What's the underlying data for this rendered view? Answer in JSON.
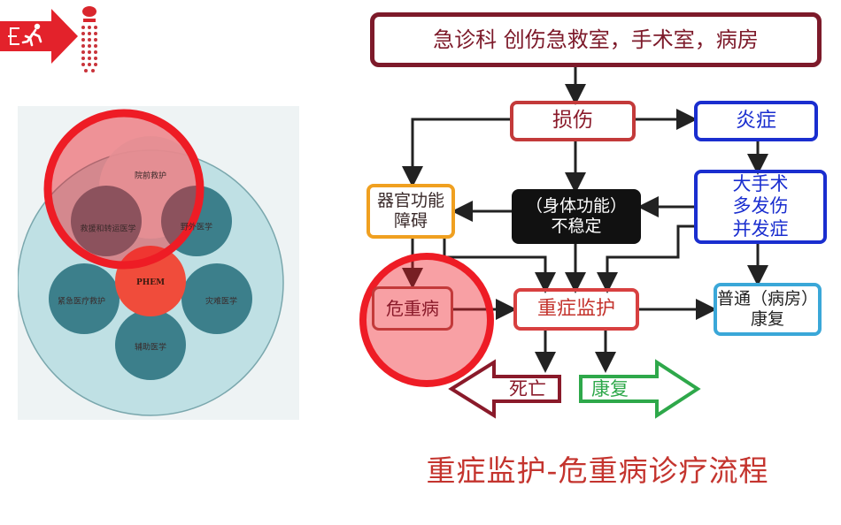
{
  "left_diagram": {
    "petals": {
      "top": "院前救护",
      "upper_left": "救援和转运医学",
      "upper_right": "野外医学",
      "center": "PHEM",
      "left": "紧急医疗救护",
      "right": "灾难医学",
      "bottom": "辅助医学"
    }
  },
  "flowchart": {
    "top_banner": "急诊科 创伤急救室，手术室，病房",
    "injury": "损伤",
    "inflammation": "炎症",
    "major_surgery": [
      "大手术",
      "多发伤",
      "并发症"
    ],
    "organ_dysfunction": [
      "器官功能",
      "障碍"
    ],
    "unstable": [
      "（身体功能）",
      "不稳定"
    ],
    "critical_illness": "危重病",
    "critical_monitoring": "重症监护",
    "ward_recovery": [
      "普通（病房）",
      "康复"
    ],
    "death": "死亡",
    "recovery": "康复",
    "title": "重症监护-危重病诊疗流程"
  },
  "colors": {
    "exit_red": "#e3222b",
    "teal": "#3c7f8b",
    "phem_red": "#f04c3b",
    "highlight_red": "#ee1c25",
    "maroon": "#8a1a2a",
    "blue": "#1a2ecf",
    "orange": "#f0a020",
    "cyan": "#3aa7d8",
    "green": "#2ea84a",
    "title_red": "#c4342e"
  }
}
